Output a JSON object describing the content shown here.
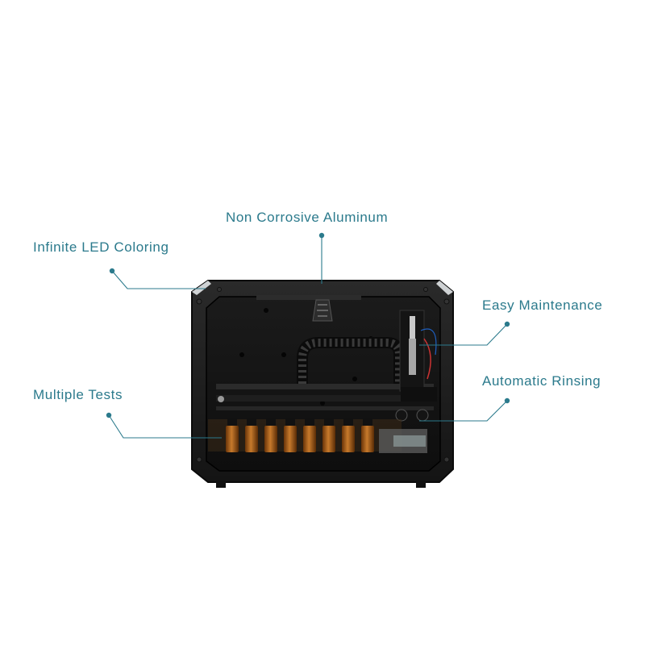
{
  "callouts": {
    "aluminum": "Non Corrosive  Aluminum",
    "led": "Infinite LED Coloring",
    "maintenance": "Easy Maintenance",
    "rinsing": "Automatic Rinsing",
    "tests": "Multiple Tests"
  },
  "colors": {
    "accent": "#2b7a8c",
    "device_body": "#1c1c1c",
    "vials": "#a05a14"
  },
  "vial_count": 8
}
